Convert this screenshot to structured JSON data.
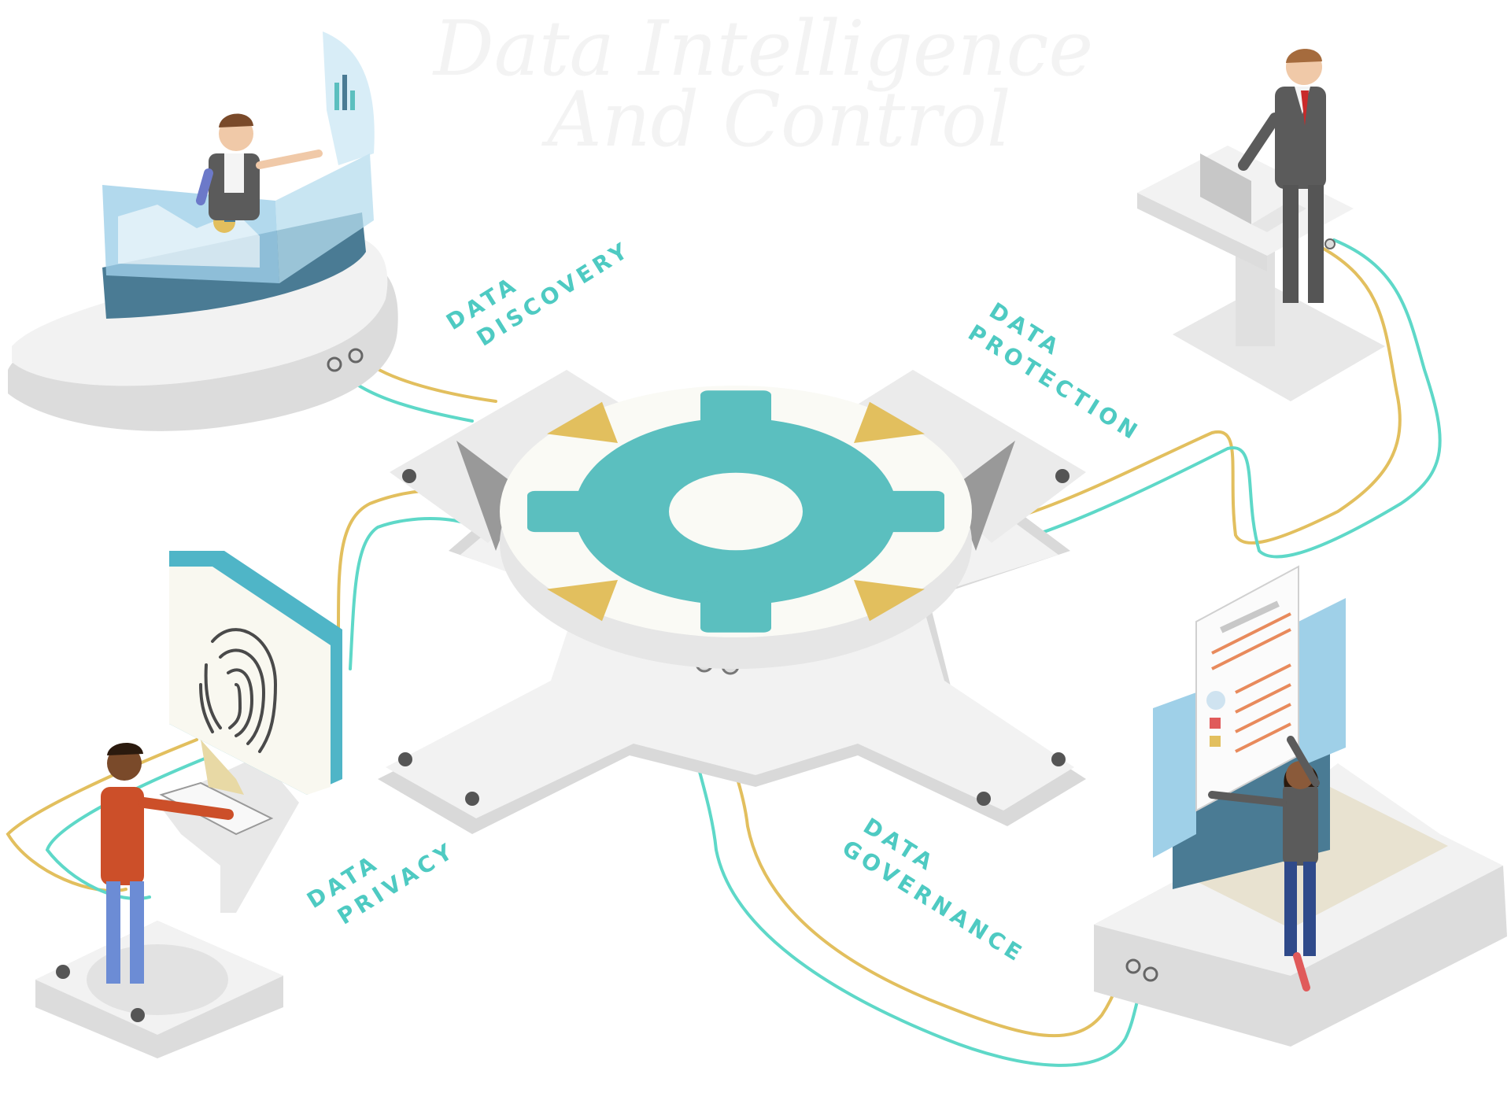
{
  "diagram": {
    "title_line1": "Data Intelligence",
    "title_line2": "And Control",
    "colors": {
      "teal": "#5bbfbf",
      "teal_wire": "#5ed8c8",
      "gold": "#e2bf5e",
      "platform": "#f2f2f2",
      "platform_shade": "#d9d9d9",
      "screen_blue": "#8ecae6"
    },
    "nodes": [
      {
        "id": "discovery",
        "line1": "DATA",
        "line2": "DISCOVERY",
        "icon": "dashboard-screen-icon"
      },
      {
        "id": "protection",
        "line1": "DATA",
        "line2": "PROTECTION",
        "icon": "laptop-lectern-icon"
      },
      {
        "id": "privacy",
        "line1": "DATA",
        "line2": "PRIVACY",
        "icon": "fingerprint-icon"
      },
      {
        "id": "governance",
        "line1": "DATA",
        "line2": "GOVERNANCE",
        "icon": "document-board-icon"
      }
    ],
    "hub": {
      "icon": "gear-icon"
    }
  }
}
